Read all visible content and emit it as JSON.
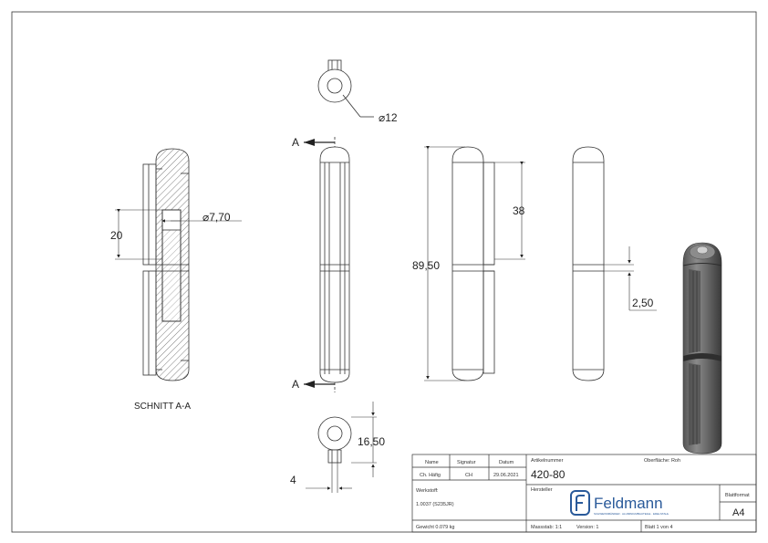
{
  "views": {
    "section_label": "SCHNITT A-A",
    "section_marker": "A",
    "dims": {
      "pin_diameter": "⌀12",
      "hole_diameter": "⌀7,70",
      "section_height": "20",
      "total_length": "89,50",
      "upper_length": "38",
      "gap": "2,50",
      "bottom_height": "16,50",
      "lug_width": "4"
    }
  },
  "title_block": {
    "name_header": "Name",
    "signature_header": "Signatur",
    "date_header": "Datum",
    "article_header": "Artikelnummer",
    "surface_label": "Oberfläche: Roh",
    "name": "Ch. Häfig",
    "signature": "CH",
    "date": "29.06.2021",
    "article_number": "420-80",
    "material_header": "Werkstoff:",
    "material": "1.0037 (S235JR)",
    "manufacturer_header": "Hersteller",
    "brand": "Feldmann",
    "brand_tagline": "SCHWEISSBÄNDER · ALUMINIUMBAUTEILE · EDELSTAHL",
    "sheet_format_header": "Blattformat",
    "sheet_format": "A4",
    "weight": "Gewicht 0.079 kg",
    "scale": "Massstab: 1:1",
    "version": "Version: 1",
    "sheet": "Blatt 1 von 4"
  }
}
